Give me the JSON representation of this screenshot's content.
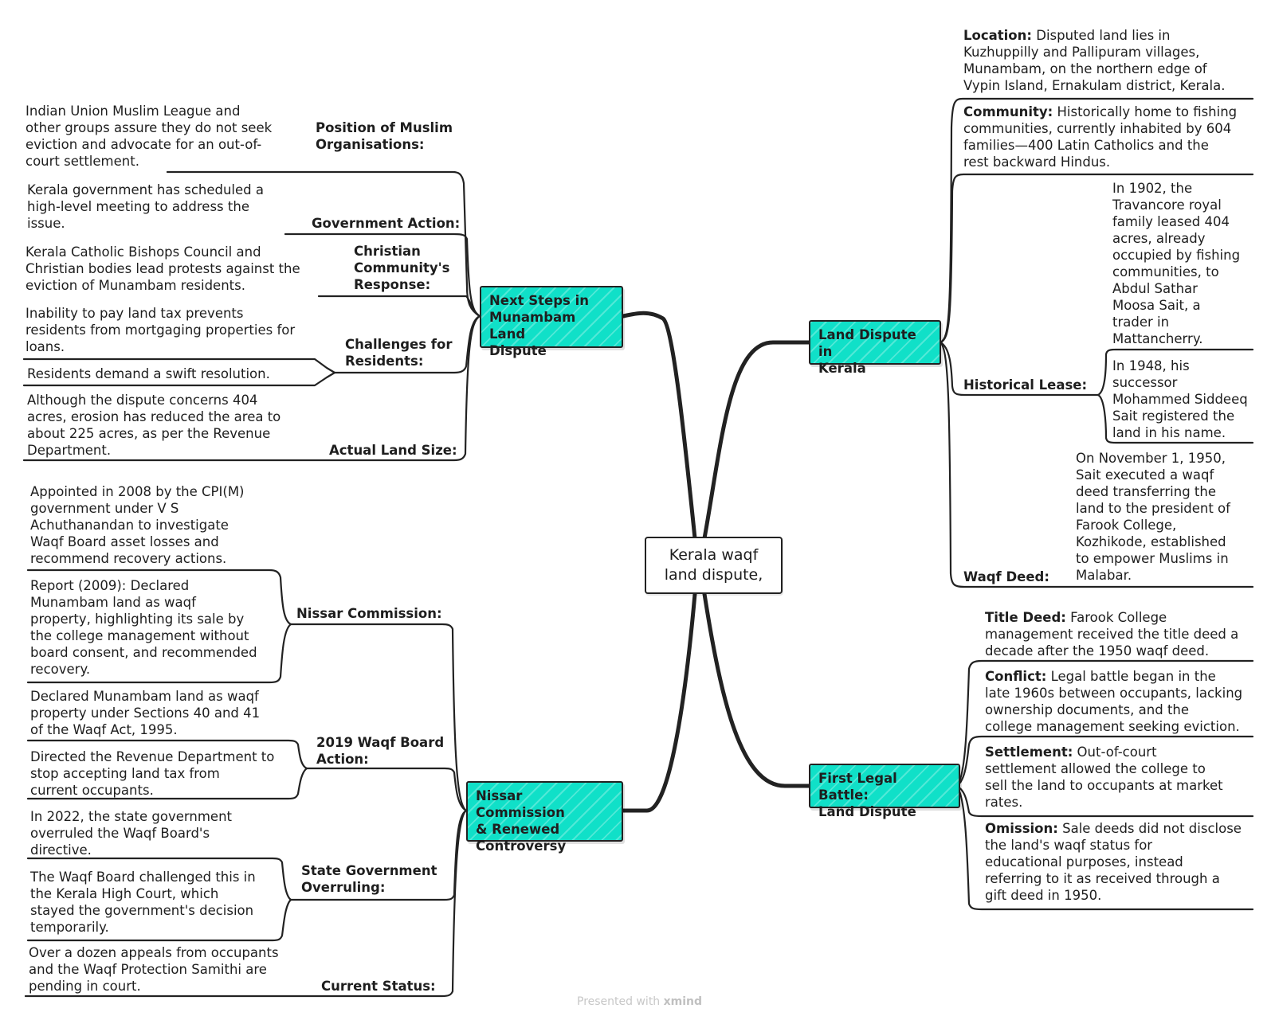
{
  "root": {
    "label": "Kerala waqf\nland dispute,"
  },
  "branches": {
    "next_steps": {
      "label": "Next Steps in\nMunambam Land\nDispute",
      "topics": {
        "muslim_orgs": {
          "label": "Position of Muslim\nOrganisations:",
          "detail": "Indian Union Muslim League and\nother groups assure they do not seek\neviction and advocate for an out-of-\ncourt settlement."
        },
        "gov_action": {
          "label": "Government Action:",
          "detail": "Kerala government has scheduled a\nhigh-level meeting to address the\nissue."
        },
        "christian": {
          "label": "Christian\nCommunity's\nResponse:",
          "detail": "Kerala Catholic Bishops Council and\nChristian bodies lead protests against the\neviction of Munambam residents."
        },
        "challenges": {
          "label": "Challenges for\nResidents:",
          "details": [
            "Inability to pay land tax prevents\nresidents from mortgaging properties for\nloans.",
            "Residents demand a swift resolution."
          ]
        },
        "land_size": {
          "label": "Actual Land Size:",
          "detail": "Although the dispute concerns 404\nacres, erosion has reduced the area to\nabout 225 acres, as per the Revenue\nDepartment."
        }
      }
    },
    "nissar": {
      "label": "Nissar Commission\n& Renewed\nControversy",
      "topics": {
        "commission": {
          "label": "Nissar Commission:",
          "details": [
            "Appointed in 2008 by the CPI(M)\ngovernment under V S\nAchuthanandan to investigate\nWaqf Board asset losses and\nrecommend recovery actions.",
            "Report (2009): Declared\nMunambam land as waqf\nproperty, highlighting its sale by\nthe college management without\nboard consent, and recommended\nrecovery."
          ]
        },
        "board_action": {
          "label": "2019 Waqf Board\nAction:",
          "details": [
            "Declared Munambam land as waqf\nproperty under Sections 40 and 41\nof the Waqf Act, 1995.",
            "Directed the Revenue Department to\nstop accepting land tax from\ncurrent occupants."
          ]
        },
        "overruling": {
          "label": "State Government\nOverruling:",
          "details": [
            "In 2022, the state government\noverruled the Waqf Board's\ndirective.",
            "The Waqf Board challenged this in\nthe Kerala High Court, which\nstayed the government's decision\ntemporarily."
          ]
        },
        "status": {
          "label": "Current Status:",
          "detail": "Over a dozen appeals from occupants\nand the Waqf Protection Samithi are\npending in court."
        }
      }
    },
    "land_dispute": {
      "label": "Land Dispute in\nKerala",
      "location": {
        "term": "Location:",
        "text": " Disputed land lies in\nKuzhuppilly and Pallipuram villages,\nMunambam, on the northern edge of\nVypin Island, Ernakulam district, Kerala."
      },
      "community": {
        "term": "Community:",
        "text": " Historically home to fishing\ncommunities, currently inhabited by 604\nfamilies—400 Latin Catholics and the\nrest backward Hindus."
      },
      "lease": {
        "label": "Historical Lease:",
        "details": [
          "In 1902, the\nTravancore royal\nfamily leased 404\nacres, already\noccupied by fishing\ncommunities, to\nAbdul Sathar\nMoosa Sait, a\ntrader in\nMattancherry.",
          "In 1948, his\nsuccessor\nMohammed Siddeeq\nSait registered the\nland in his name."
        ]
      },
      "deed": {
        "label": "Waqf Deed:",
        "detail": "On November 1, 1950,\nSait executed a waqf\ndeed transferring the\nland to the president of\nFarook College,\nKozhikode, established\nto empower Muslims in\nMalabar."
      }
    },
    "legal_battle": {
      "label": "First Legal Battle:\nLand Dispute",
      "items": [
        {
          "term": "Title Deed:",
          "text": " Farook College\nmanagement received the title deed a\ndecade after the 1950 waqf deed."
        },
        {
          "term": "Conflict:",
          "text": " Legal battle began in the\nlate 1960s between occupants, lacking\nownership documents, and the\ncollege management seeking eviction."
        },
        {
          "term": "Settlement:",
          "text": " Out-of-court\nsettlement allowed the college to\nsell the land to occupants at market\nrates."
        },
        {
          "term": "Omission:",
          "text": " Sale deeds did not disclose\nthe land's waqf status for\neducational purposes, instead\nreferring to it as received through a\ngift deed in 1950."
        }
      ]
    }
  },
  "footer": {
    "prefix": "Presented with ",
    "brand": "xmind"
  },
  "colors": {
    "branch_fill": "#10e0c8",
    "line": "#222222"
  }
}
